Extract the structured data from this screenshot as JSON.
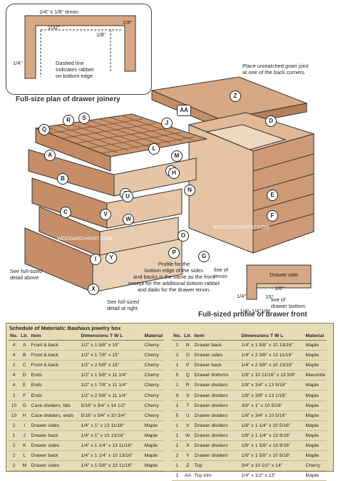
{
  "inset": {
    "tenon": "1/4\" x 1/8\" tenon",
    "dim_1_32": "1/32\"",
    "dim_1_8_a": "1/8\"",
    "dim_1_8_b": "1/8\"",
    "dim_1_4": "1/4\"",
    "note": "Dashed line\nIndicates rabbet\non bottom edge",
    "caption": "Full-size plan of drawer joinery"
  },
  "callouts": {
    "grain": "Place unmatched grain joint\nat one of the back corners.",
    "see_full_above": "See full-sized\ndetail above",
    "profile_note": "Profile for the\nbottom edge of the sides\nand backs is the same as the front\nexcept for the additional bottom rabbet\nand dado for the drawer tenon.",
    "see_full_right": "See full-sized\ndetail at right"
  },
  "part_labels": [
    "AA",
    "Z",
    "D",
    "J",
    "R",
    "S",
    "Q",
    "A",
    "L",
    "M",
    "T",
    "U",
    "K",
    "N",
    "B",
    "V",
    "W",
    "O",
    "C",
    "H",
    "E",
    "F",
    "G",
    "Y",
    "P",
    "X",
    "I"
  ],
  "profile": {
    "line_tenon": "line of\ntenon",
    "drawer_side": "Drawer side",
    "dim_1_8_top": "1/8\"",
    "dim_15": "15°",
    "dim_1_4_left": "1/4\"",
    "line_bottom": "line of\ndrawer bottom",
    "dim_1_4_b1": "1/4\"",
    "dim_1_4_b2": "1/4\"",
    "dim_1_8_b": "1/8\"",
    "caption": "Full-sized profile of drawer front"
  },
  "watermarks": [
    "WOODARCHIVIST.COM",
    "WOODARCHIVIST.COM"
  ],
  "schedule": {
    "title": "Schedule of Materials: Bauhaus jewelry box",
    "headers": [
      "No.",
      "Ltr.",
      "Item",
      "Dimensions T W L",
      "Material"
    ],
    "left_rows": [
      [
        "4",
        "A",
        "Front & back",
        "1/2\" x 1 5/8\" x 15\"",
        "Cherry"
      ],
      [
        "4",
        "B",
        "Front & back",
        "1/2\" x 1 7/8\" x 15\"",
        "Cherry"
      ],
      [
        "2",
        "C",
        "Front & back",
        "1/2\" x 2 5/8\" x 15\"",
        "Cherry"
      ],
      [
        "4",
        "D",
        "Ends",
        "1/2\" x 1 5/8\" x 11 1/4\"",
        "Cherry"
      ],
      [
        "4",
        "E",
        "Ends",
        "1/2\" x 1 7/8\" x 11 1/4\"",
        "Cherry"
      ],
      [
        "2",
        "F",
        "Ends",
        "1/2\" x 2 5/8\" x 11 1/4\"",
        "Cherry"
      ],
      [
        "10",
        "G",
        "Case dividers, f&b",
        "5/16\" x 3/4\" x 14 1/2\"",
        "Cherry"
      ],
      [
        "10",
        "H",
        "Case dividers, ends",
        "5/16\" x 3/4\" x 10 3/4\"",
        "Cherry"
      ],
      [
        "2",
        "I",
        "Drawer sides",
        "1/4\" x 1\" x 13 11/16\"",
        "Maple"
      ],
      [
        "1",
        "J",
        "Drawer back",
        "1/4\" x 1\" x 10 13/16\"",
        "Maple"
      ],
      [
        "2",
        "K",
        "Drawer sides",
        "1/4\" x 1 1/4\" x 13 11/16\"",
        "Maple"
      ],
      [
        "2",
        "L",
        "Drawer back",
        "1/4\" x 1 1/4\" x 10 13/16\"",
        "Maple"
      ],
      [
        "2",
        "M",
        "Drawer sides",
        "1/4\" x 1 5/8\" x 13 11/16\"",
        "Maple"
      ]
    ],
    "right_rows": [
      [
        "1",
        "N",
        "Drawer back",
        "1/4\" x 1 5/8\" x 10 13/16\"",
        "Maple"
      ],
      [
        "2",
        "O",
        "Drawer sides",
        "1/4\" x 2 3/8\" x 13 11/16\"",
        "Maple"
      ],
      [
        "1",
        "P",
        "Drawer back",
        "1/4\" x 2 3/8\" x 10 13/16\"",
        "Maple"
      ],
      [
        "5",
        "Q",
        "Drawer bottoms",
        "1/8\" x 10 11/16\" x 13 5/8\"",
        "Masonite"
      ],
      [
        "1",
        "R",
        "Drawer dividers",
        "1/8\" x 3/4\" x 13 9/16\"",
        "Maple"
      ],
      [
        "9",
        "S",
        "Drawer dividers",
        "1/8\" x 3/8\" x 13 1/16\"",
        "Maple"
      ],
      [
        "1",
        "T",
        "Drawer dividers",
        "3/8\" x 1\" x 10 5/16\"",
        "Maple"
      ],
      [
        "5",
        "U",
        "Drawer dividers",
        "1/8\" x 3/4\" x 10 5/16\"",
        "Maple"
      ],
      [
        "1",
        "V",
        "Drawer dividers",
        "1/8\" x 1 1/4\" x 10 5/16\"",
        "Maple"
      ],
      [
        "1",
        "W",
        "Drawer dividers",
        "1/8\" x 1 1/4\" x 13 9/16\"",
        "Maple"
      ],
      [
        "1",
        "X",
        "Drawer dividers",
        "1/8\" x 1 5/8\" x 13 9/16\"",
        "Maple"
      ],
      [
        "2",
        "Y",
        "Drawer dividers",
        "1/8\" x 1 5/8\" x 10 5/16\"",
        "Maple"
      ],
      [
        "1",
        "Z",
        "Top",
        "3/4\" x 10 1/2\" x 14\"",
        "Cherry"
      ],
      [
        "1",
        "AA",
        "Top trim",
        "1/4\" x 1/2\" x 13\"",
        "Maple"
      ]
    ]
  }
}
